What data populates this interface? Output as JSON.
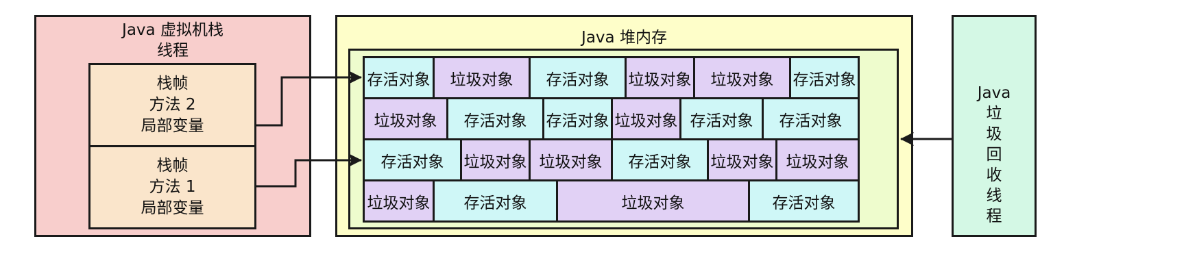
{
  "colors": {
    "stack": "#f8cecc",
    "frame": "#fae5cb",
    "heap_outer": "#fefec9",
    "heap_inner": "#eefccd",
    "live": "#cff7f7",
    "garbage": "#e1d1f5",
    "gc": "#d4f8e5",
    "line": "#1a1a1a"
  },
  "stack": {
    "title": "Java 虚拟机栈",
    "subtitle": "线程",
    "frames": [
      {
        "lines": [
          "栈帧",
          "方法 2",
          "局部变量"
        ]
      },
      {
        "lines": [
          "栈帧",
          "方法 1",
          "局部变量"
        ]
      }
    ]
  },
  "heap": {
    "title": "Java 堆内存",
    "rows": [
      [
        {
          "label": "存活对象",
          "kind": "live"
        },
        {
          "label": "垃圾对象",
          "kind": "garbage"
        },
        {
          "label": "存活对象",
          "kind": "live"
        },
        {
          "label": "垃圾对象",
          "kind": "garbage"
        },
        {
          "label": "垃圾对象",
          "kind": "garbage"
        },
        {
          "label": "存活对象",
          "kind": "live"
        }
      ],
      [
        {
          "label": "垃圾对象",
          "kind": "garbage"
        },
        {
          "label": "存活对象",
          "kind": "live"
        },
        {
          "label": "存活对象",
          "kind": "live"
        },
        {
          "label": "垃圾对象",
          "kind": "garbage"
        },
        {
          "label": "存活对象",
          "kind": "live"
        },
        {
          "label": "存活对象",
          "kind": "live"
        }
      ],
      [
        {
          "label": "存活对象",
          "kind": "live"
        },
        {
          "label": "垃圾对象",
          "kind": "garbage"
        },
        {
          "label": "垃圾对象",
          "kind": "garbage"
        },
        {
          "label": "存活对象",
          "kind": "live"
        },
        {
          "label": "垃圾对象",
          "kind": "garbage"
        },
        {
          "label": "垃圾对象",
          "kind": "garbage"
        }
      ],
      [
        {
          "label": "垃圾对象",
          "kind": "garbage"
        },
        {
          "label": "存活对象",
          "kind": "live"
        },
        {
          "label": "垃圾对象",
          "kind": "garbage"
        },
        {
          "label": "存活对象",
          "kind": "live"
        }
      ]
    ]
  },
  "gc": {
    "lines": [
      "Java",
      "垃",
      "圾",
      "回",
      "收",
      "线",
      "程"
    ]
  }
}
